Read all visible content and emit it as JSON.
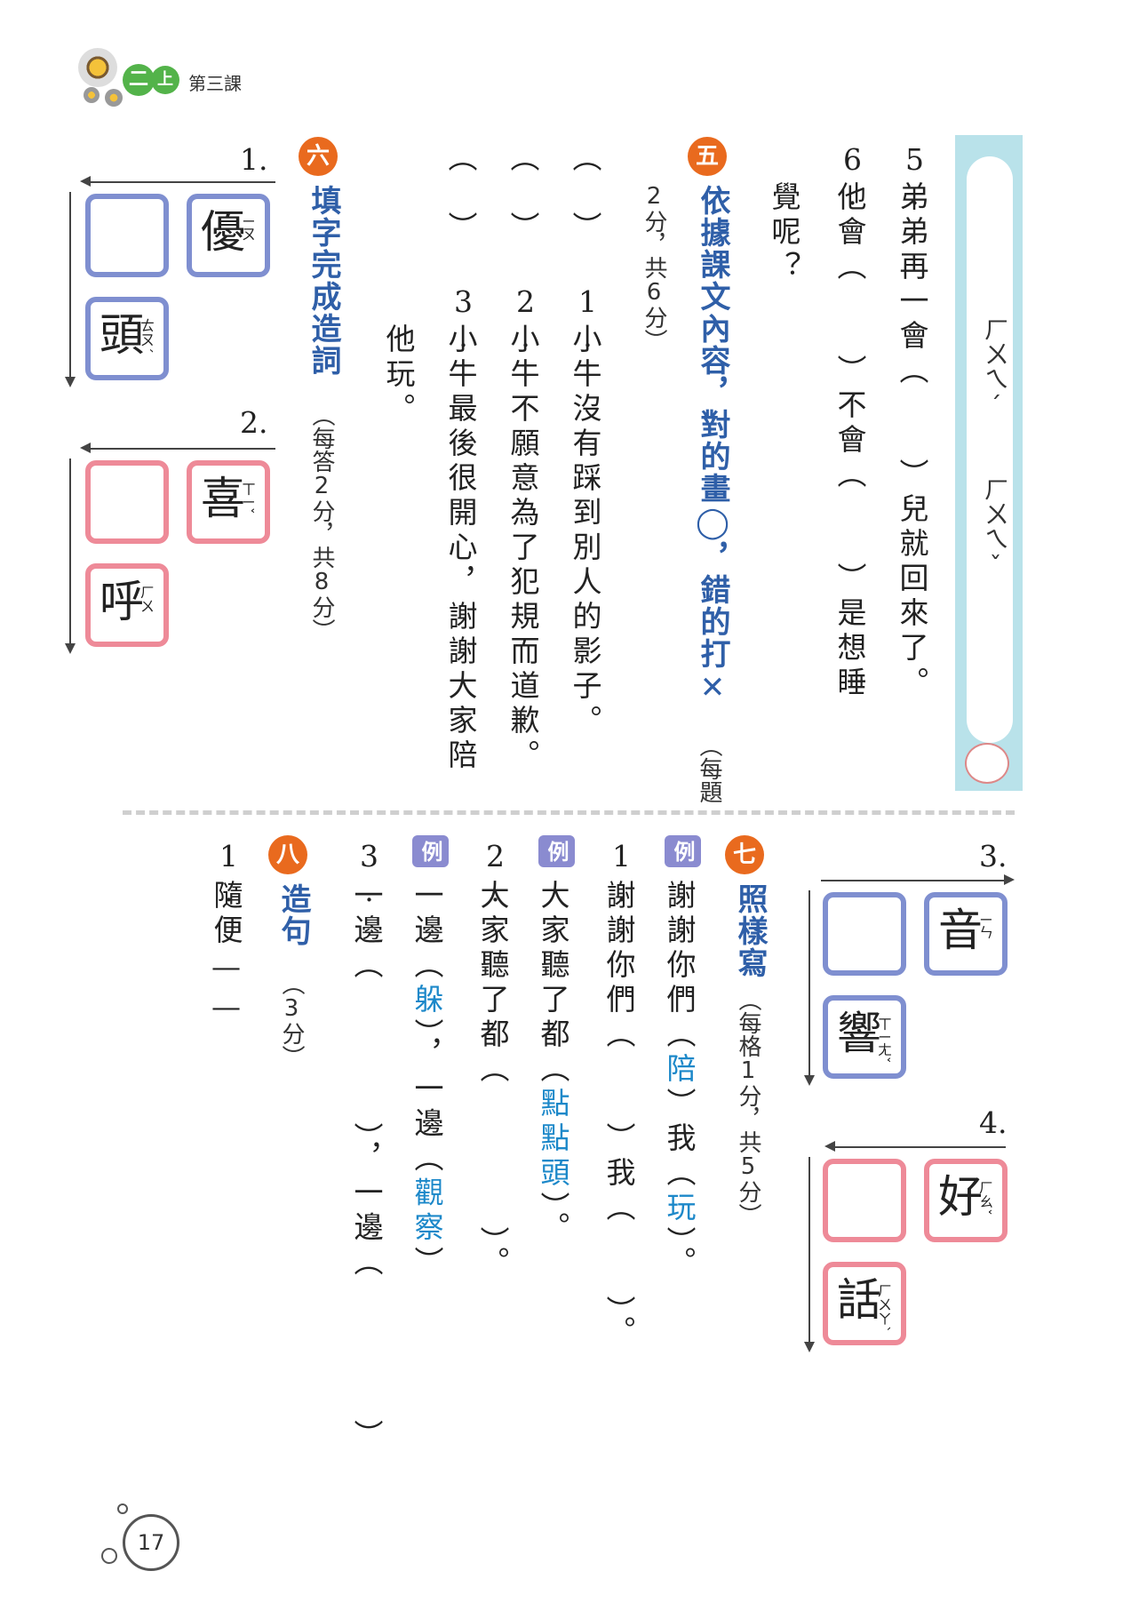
{
  "header": {
    "grade": "二",
    "term": "上",
    "lesson": "第三課"
  },
  "page_number": "17",
  "bubble": {
    "zhuyin_1": "ㄏㄨㄟˊ",
    "zhuyin_2": "ㄏㄨㄟˇ"
  },
  "top_section": {
    "q5": {
      "num": "5.",
      "text": "弟弟再一會（　　）兒就回來了。"
    },
    "q6": {
      "num": "6.",
      "line1": "他會（　　）不會（　　）是想睡",
      "line2": "覺呢？"
    }
  },
  "section5": {
    "badge": "五",
    "title": "依據課文內容，對的畫◯，錯的打✕",
    "note_line1": "（每題",
    "note_line2": "2分，共6分）",
    "items": [
      {
        "paren": "（　）",
        "num": "1.",
        "text": "小牛沒有踩到別人的影子。"
      },
      {
        "paren": "（　）",
        "num": "2.",
        "text": "小牛不願意為了犯規而道歉。"
      },
      {
        "paren": "（　）",
        "num": "3.",
        "text": "小牛最後很開心，謝謝大家陪",
        "text2": "他玩。"
      }
    ]
  },
  "section6": {
    "badge": "六",
    "title": "填字完成造詞",
    "note": "（每答2分，共8分）",
    "groups": [
      {
        "label": "1.",
        "char1": "優",
        "zhuyin1": "ㄧㄡ",
        "char2": "頭",
        "zhuyin2": "ㄊㄡˊ",
        "color": "blue"
      },
      {
        "label": "2.",
        "char1": "喜",
        "zhuyin1": "ㄒㄧˇ",
        "char2": "呼",
        "zhuyin2": "ㄏㄨ",
        "color": "pink"
      },
      {
        "label": "3.",
        "char1": "音",
        "zhuyin1": "ㄧㄣ",
        "char2": "響",
        "zhuyin2": "ㄒㄧㄤˇ",
        "color": "blue"
      },
      {
        "label": "4.",
        "char1": "好",
        "zhuyin1": "ㄏㄠˇ",
        "char2": "話",
        "zhuyin2": "ㄏㄨㄚˋ",
        "color": "pink"
      }
    ]
  },
  "section7": {
    "badge": "七",
    "title": "照樣寫",
    "note": "（每格1分，共5分）",
    "example_label": "例",
    "items": [
      {
        "num": "1.",
        "example_pre": "謝謝你們（",
        "example_a1": "陪",
        "example_mid": "）我（",
        "example_a2": "玩",
        "example_post": "）。",
        "question": "謝謝你們（　　）我（　　）。"
      },
      {
        "num": "2.",
        "example_pre": "大家聽了都（",
        "example_a1": "點點頭",
        "example_post": "）。",
        "question": "大家聽了都（　　　　）。"
      },
      {
        "num": "3.",
        "example_pre": "一邊（",
        "example_a1": "躲",
        "example_mid": "），一邊（",
        "example_a2": "觀察",
        "example_post": "）",
        "question": "一邊（　　　　），一邊（　　　　）"
      }
    ]
  },
  "section8": {
    "badge": "八",
    "title": "造句",
    "note": "（3分）",
    "items": [
      {
        "num": "1.",
        "text": "隨便——"
      }
    ]
  }
}
